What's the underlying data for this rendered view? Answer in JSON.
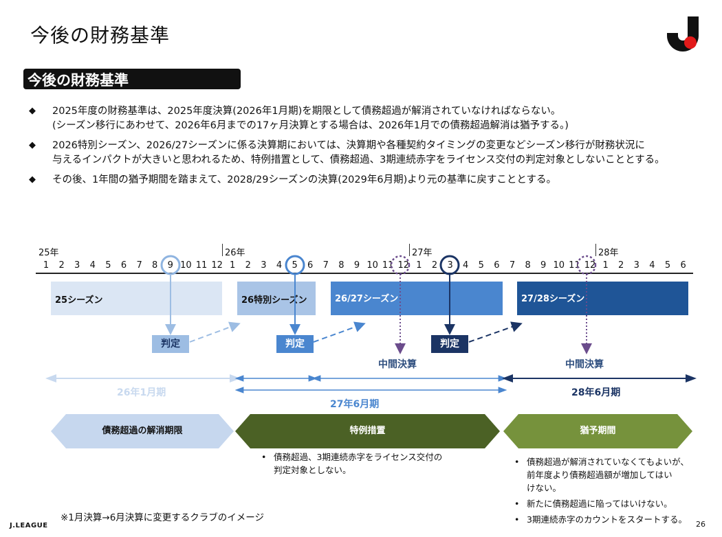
{
  "header": {
    "title": "今後の財務基準"
  },
  "banner": {
    "label": "今後の財務基準"
  },
  "bullets": [
    {
      "mark": "◆",
      "lines": [
        "2025年度の財務基準は、2025年度決算(2026年1月期)を期限として債務超過が解消されていなければならない。",
        "(シーズン移行にあわせて、2026年6月までの17ヶ月決算とする場合は、2026年1月での債務超過解消は猶予する。)"
      ]
    },
    {
      "mark": "◆",
      "lines": [
        "2026特別シーズン、2026/27シーズンに係る決算期においては、決算期や各種契約タイミングの変更などシーズン移行が財務状況に",
        "与えるインパクトが大きいと思われるため、特例措置として、債務超過、3期連続赤字をライセンス交付の判定対象としないこととする。"
      ]
    },
    {
      "mark": "◆",
      "lines": [
        "その後、1年間の猶予期間を踏まえて、2028/29シーズンの決算(2029年6月期)より元の基準に戻すこととする。"
      ]
    }
  ],
  "timeline": {
    "years": [
      "25年",
      "26年",
      "27年",
      "28年"
    ],
    "months": [
      "1",
      "2",
      "3",
      "4",
      "5",
      "6",
      "7",
      "8",
      "9",
      "10",
      "11",
      "12",
      "1",
      "2",
      "3",
      "4",
      "5",
      "6",
      "7",
      "8",
      "9",
      "10",
      "11",
      "12",
      "1",
      "2",
      "3",
      "4",
      "5",
      "6",
      "7",
      "8",
      "9",
      "10",
      "11",
      "12",
      "1",
      "2",
      "3",
      "4",
      "5",
      "6"
    ]
  },
  "seasons": [
    {
      "label": "25シーズン",
      "color": "#dbe6f4"
    },
    {
      "label": "26特別シーズン",
      "color": "#a9c4e6"
    },
    {
      "label": "26/27シーズン",
      "color": "#4a86cf"
    },
    {
      "label": "27/28シーズン",
      "color": "#1f5597"
    }
  ],
  "judgements": [
    {
      "label": "判定",
      "color": "#9dbde3"
    },
    {
      "label": "判定",
      "color": "#4a86cf"
    },
    {
      "label": "判定",
      "color": "#1b3464"
    }
  ],
  "interim": [
    "中間決算",
    "中間決算"
  ],
  "fiscal_periods": [
    {
      "label": "26年1月期",
      "color": "#c8d9ef"
    },
    {
      "label": "27年6月期",
      "color": "#4a86cf"
    },
    {
      "label": "28年6月期",
      "color": "#1b3464"
    }
  ],
  "phases": [
    {
      "label": "債務超過の解消期限",
      "color": "#c6d7ee"
    },
    {
      "label": "特例措置",
      "color": "#4b6125"
    },
    {
      "label": "猶予期間",
      "color": "#76923c"
    }
  ],
  "notes_special": [
    "債務超過、3期連続赤字をライセンス交付の",
    "判定対象としない。"
  ],
  "notes_grace": [
    [
      "債務超過が解消されていなくてもよいが、",
      "前年度より債務超過額が増加してはい",
      "けない。"
    ],
    [
      "新たに債務超過に陥ってはいけない。"
    ],
    [
      "3期連続赤字のカウントをスタートする。"
    ]
  ],
  "footer": {
    "note": "※1月決算→6月決算に変更するクラブのイメージ",
    "brand": "J.LEAGUE",
    "page": "26"
  }
}
